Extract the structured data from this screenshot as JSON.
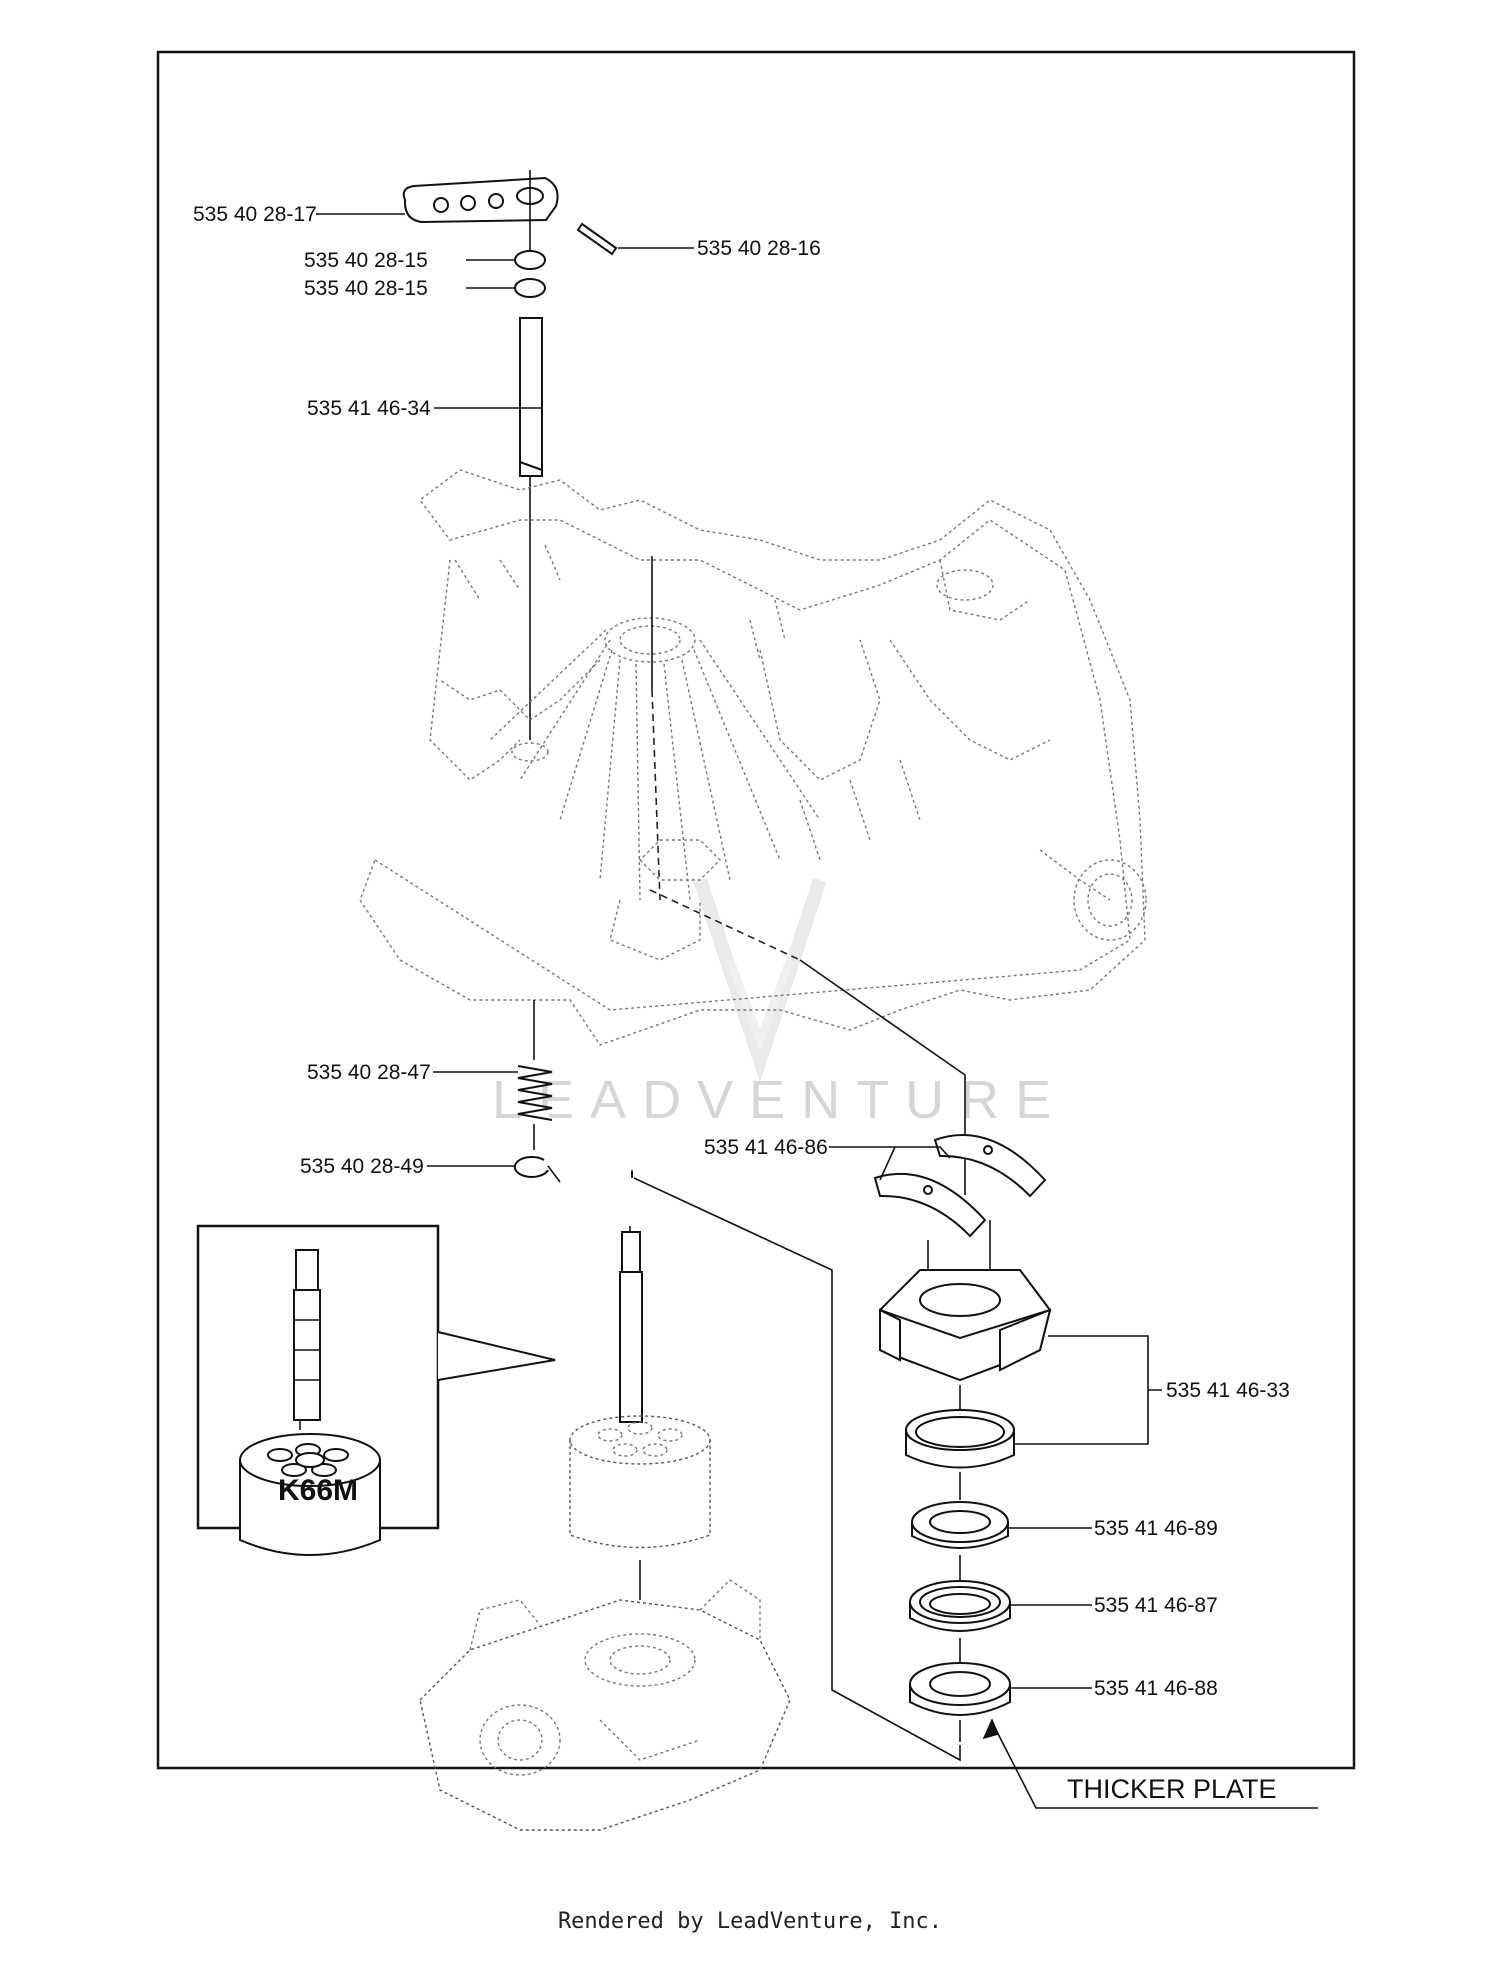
{
  "parts": {
    "control_arm": "535 40 28-17",
    "pin": "535 40 28-16",
    "retaining_ring_upper": "535 40 28-15",
    "retaining_ring_lower": "535 40 28-15",
    "control_shaft": "535 41 46-34",
    "spring": "535 40 28-47",
    "clip": "535 40 28-49",
    "bushings": "535 41 46-86",
    "swashplate_assembly": "535 41 46-33",
    "washer": "535 41 46-89",
    "bearing": "535 41 46-87",
    "thrust_plate": "535 41 46-88"
  },
  "inset": {
    "title": "K66M"
  },
  "callout": {
    "text": "THICKER PLATE"
  },
  "watermark": "LEADVENTURE",
  "footer": "Rendered by LeadVenture, Inc."
}
